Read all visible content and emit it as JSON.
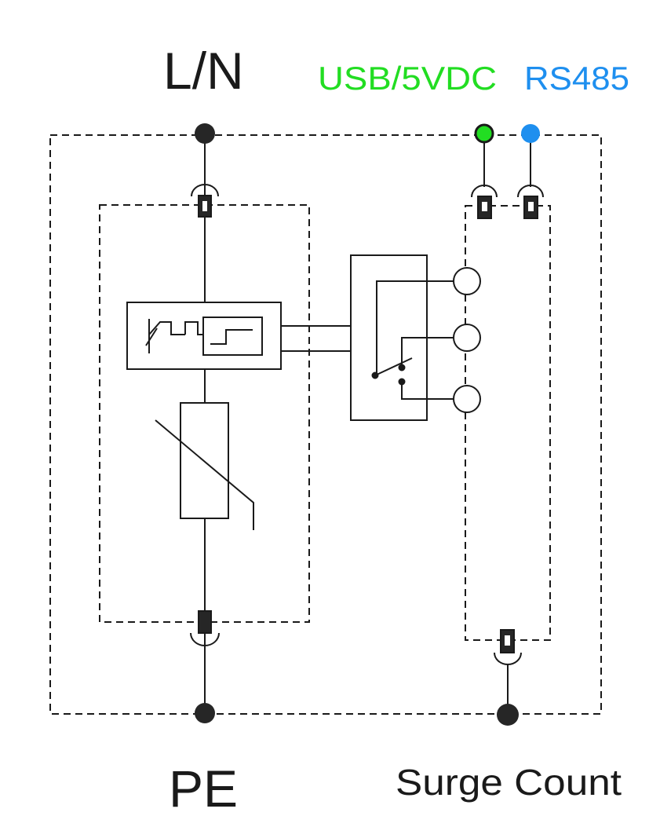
{
  "labels": {
    "top_left": "L/N",
    "top_usb": "USB/5VDC",
    "top_rs485": "RS485",
    "bottom_left": "PE",
    "bottom_right": "Surge Count"
  },
  "colors": {
    "stroke": "#1a1a1a",
    "usb": "#22dd22",
    "rs485": "#1e8fef",
    "terminal": "#262626"
  }
}
